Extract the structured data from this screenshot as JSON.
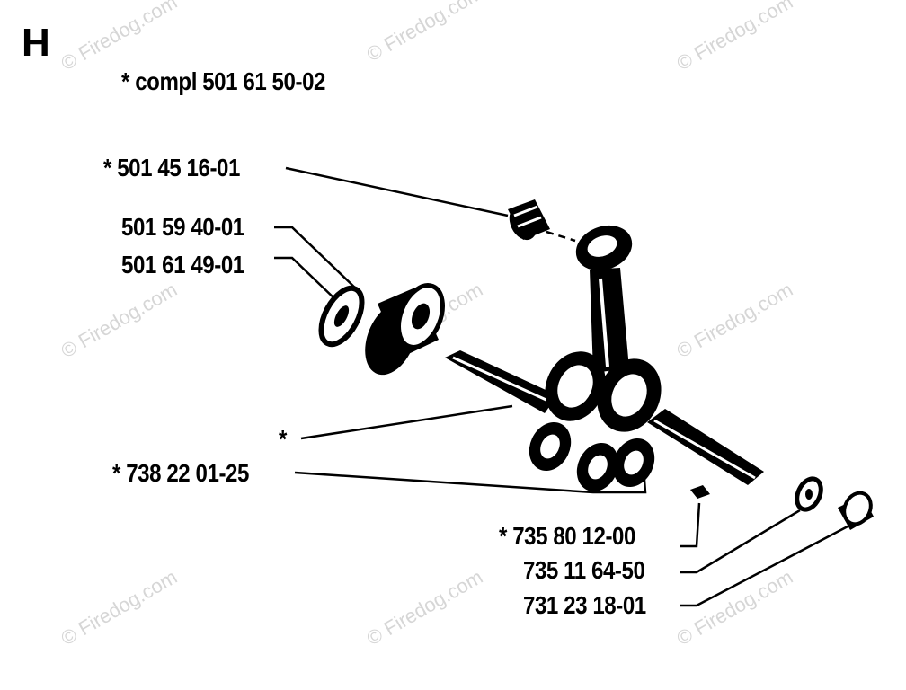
{
  "section_letter": "H",
  "watermark": "© Firedog.com",
  "colors": {
    "ink": "#000000",
    "watermark": "#d6d6d6",
    "background": "#ffffff"
  },
  "labels": {
    "assembly": "*  compl 501 61 50-02",
    "bearing_needle": "*  501 45 16-01",
    "washer": "501 59 40-01",
    "ball_bearing": "501 61 49-01",
    "crankshaft": "*",
    "crank_bearing": "*  738 22 01-25",
    "key": "*  735 80 12-00",
    "washer_small": "735 11 64-50",
    "nut": "731 23 18-01"
  }
}
